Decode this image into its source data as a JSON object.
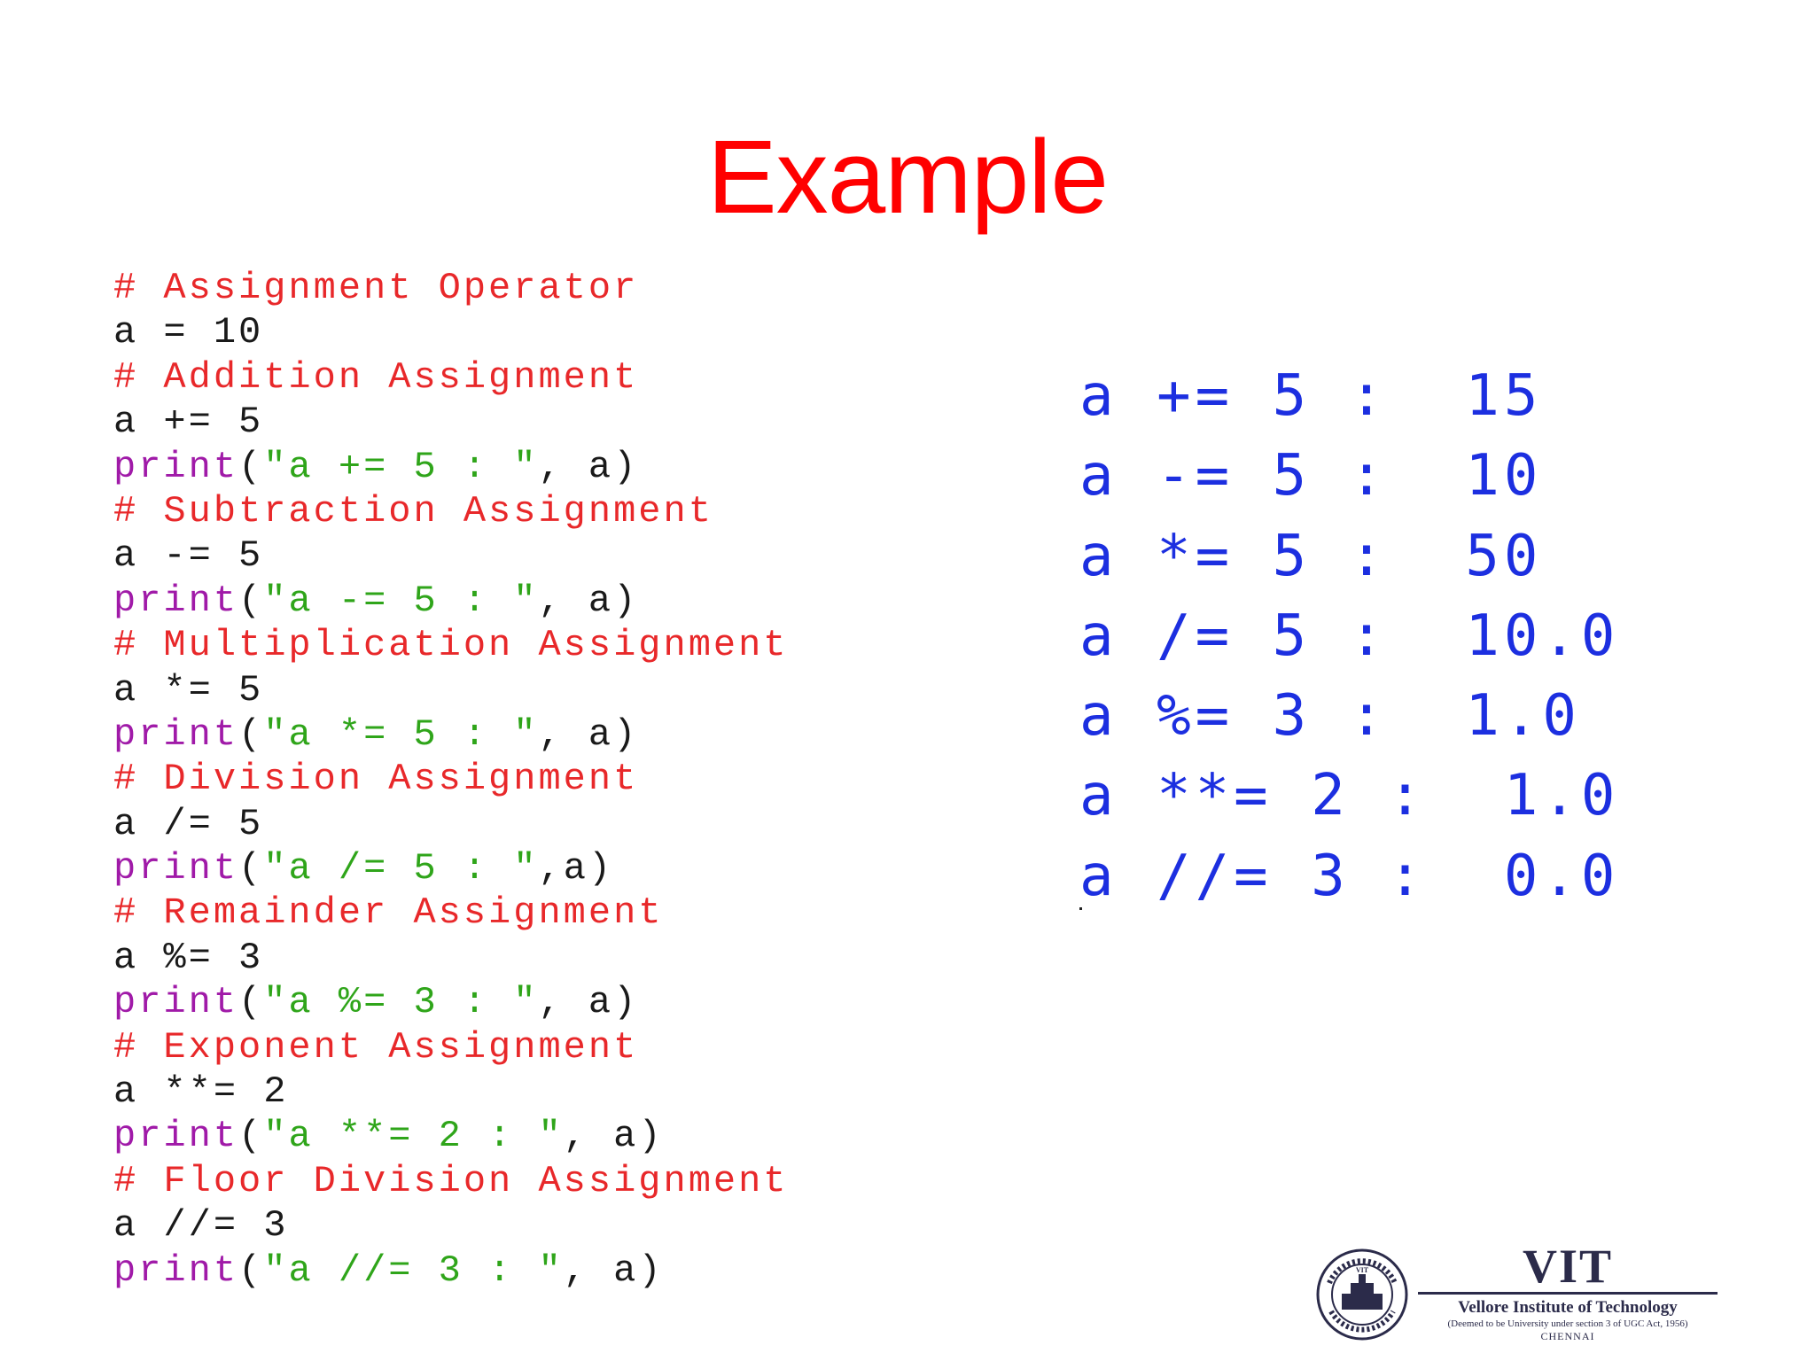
{
  "title": "Example",
  "code": {
    "lines": [
      {
        "type": "comment",
        "text": "# Assignment Operator"
      },
      {
        "type": "statement",
        "text": "a = 10"
      },
      {
        "type": "comment",
        "text": "# Addition Assignment"
      },
      {
        "type": "statement",
        "text": "a += 5"
      },
      {
        "type": "print",
        "keyword": "print",
        "open": "(",
        "string": "\"a += 5 : \"",
        "rest": ", a)"
      },
      {
        "type": "comment",
        "text": "# Subtraction Assignment"
      },
      {
        "type": "statement",
        "text": "a -= 5"
      },
      {
        "type": "print",
        "keyword": "print",
        "open": "(",
        "string": "\"a -= 5 : \"",
        "rest": ", a)"
      },
      {
        "type": "comment",
        "text": "# Multiplication Assignment"
      },
      {
        "type": "statement",
        "text": "a *= 5"
      },
      {
        "type": "print",
        "keyword": "print",
        "open": "(",
        "string": "\"a *= 5 : \"",
        "rest": ", a)"
      },
      {
        "type": "comment",
        "text": "# Division Assignment"
      },
      {
        "type": "statement",
        "text": "a /= 5"
      },
      {
        "type": "print",
        "keyword": "print",
        "open": "(",
        "string": "\"a /= 5 : \"",
        "rest": ",a)"
      },
      {
        "type": "comment",
        "text": "# Remainder Assignment"
      },
      {
        "type": "statement",
        "text": "a %= 3"
      },
      {
        "type": "print",
        "keyword": "print",
        "open": "(",
        "string": "\"a %= 3 : \"",
        "rest": ", a)"
      },
      {
        "type": "comment",
        "text": "# Exponent Assignment"
      },
      {
        "type": "statement",
        "text": "a **= 2"
      },
      {
        "type": "print",
        "keyword": "print",
        "open": "(",
        "string": "\"a **= 2 : \"",
        "rest": ", a)"
      },
      {
        "type": "comment",
        "text": "# Floor Division Assignment"
      },
      {
        "type": "statement",
        "text": "a //= 3"
      },
      {
        "type": "print",
        "keyword": "print",
        "open": "(",
        "string": "\"a //= 3 : \"",
        "rest": ", a)"
      }
    ]
  },
  "output": {
    "lines": [
      {
        "label": "a += 5 :",
        "value": "15"
      },
      {
        "label": "a -= 5 :",
        "value": "10"
      },
      {
        "label": "a *= 5 :",
        "value": "50"
      },
      {
        "label": "a /= 5 :",
        "value": "10.0"
      },
      {
        "label": "a %= 3 :",
        "value": "1.0"
      },
      {
        "label": "a **= 2 :",
        "value": "1.0"
      },
      {
        "label": "a //= 3 :",
        "value": "0.0"
      }
    ]
  },
  "logo": {
    "brand": "VIT",
    "name": "Vellore Institute of Technology",
    "subtitle": "(Deemed to be University under section 3 of UGC Act, 1956)",
    "city": "CHENNAI",
    "seal_text": "VELLORE INSTITUTE OF TECHNOLOGY",
    "seal_center": "VIT"
  },
  "colors": {
    "title": "#ff0000",
    "comment": "#e8282a",
    "keyword": "#a01aa8",
    "string": "#2fa51a",
    "output": "#1c2fe0"
  }
}
